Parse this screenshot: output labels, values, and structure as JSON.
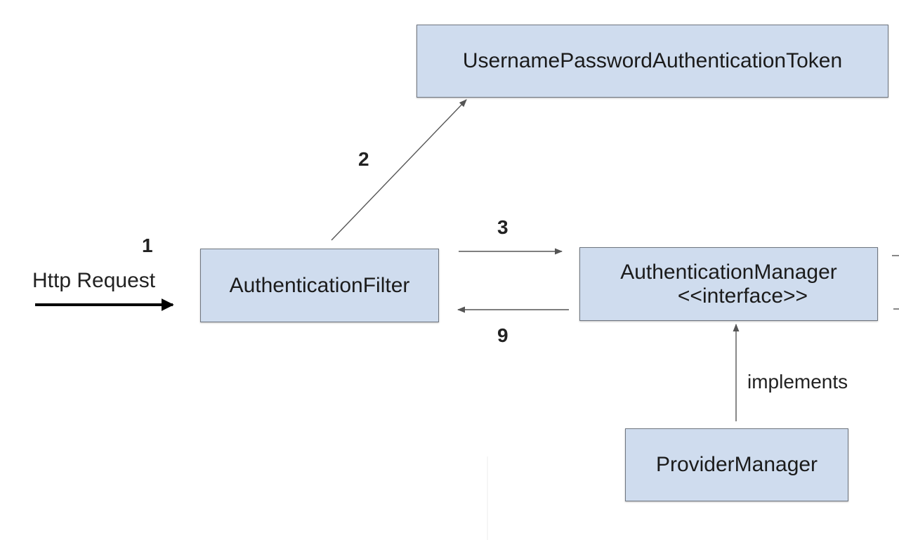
{
  "nodes": {
    "token": "UsernamePasswordAuthenticationToken",
    "filter": "AuthenticationFilter",
    "manager_line1": "AuthenticationManager",
    "manager_line2": "<<interface>>",
    "provider": "ProviderManager"
  },
  "edge_labels": {
    "step1": "1",
    "http_request": "Http Request",
    "step2": "2",
    "step3": "3",
    "step9": "9",
    "implements": "implements"
  },
  "colors": {
    "box_fill": "#cfdcee",
    "box_border": "#6f7680",
    "arrow": "#333333"
  }
}
